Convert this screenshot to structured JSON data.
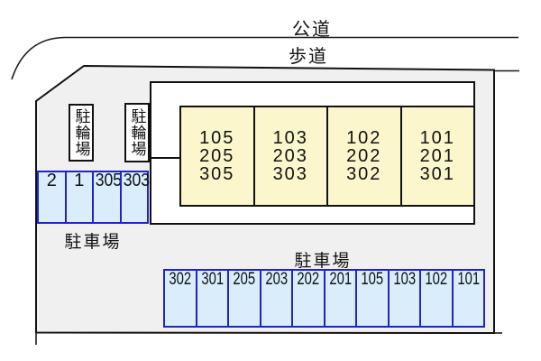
{
  "roads": {
    "public_road": "公道",
    "sidewalk": "歩道"
  },
  "building": {
    "rooms": [
      {
        "line1": "105",
        "line2": "205",
        "line3": "305"
      },
      {
        "line1": "103",
        "line2": "203",
        "line3": "303"
      },
      {
        "line1": "102",
        "line2": "202",
        "line3": "302"
      },
      {
        "line1": "101",
        "line2": "201",
        "line3": "301"
      }
    ]
  },
  "bicycle_parking": {
    "label_left": "駐輪場",
    "label_right": "駐輪場"
  },
  "left_parking": {
    "title": "駐車場",
    "spaces": [
      "2",
      "1",
      "305",
      "303"
    ]
  },
  "bottom_parking": {
    "title": "駐車場",
    "spaces": [
      "302",
      "301",
      "205",
      "203",
      "202",
      "201",
      "105",
      "103",
      "102",
      "101"
    ]
  },
  "colors": {
    "site_fill": "#f0f0f0",
    "outline": "#111111",
    "room_fill": "#fbf6cb",
    "space_fill": "#d9eefa",
    "space_border": "#2222cc"
  }
}
